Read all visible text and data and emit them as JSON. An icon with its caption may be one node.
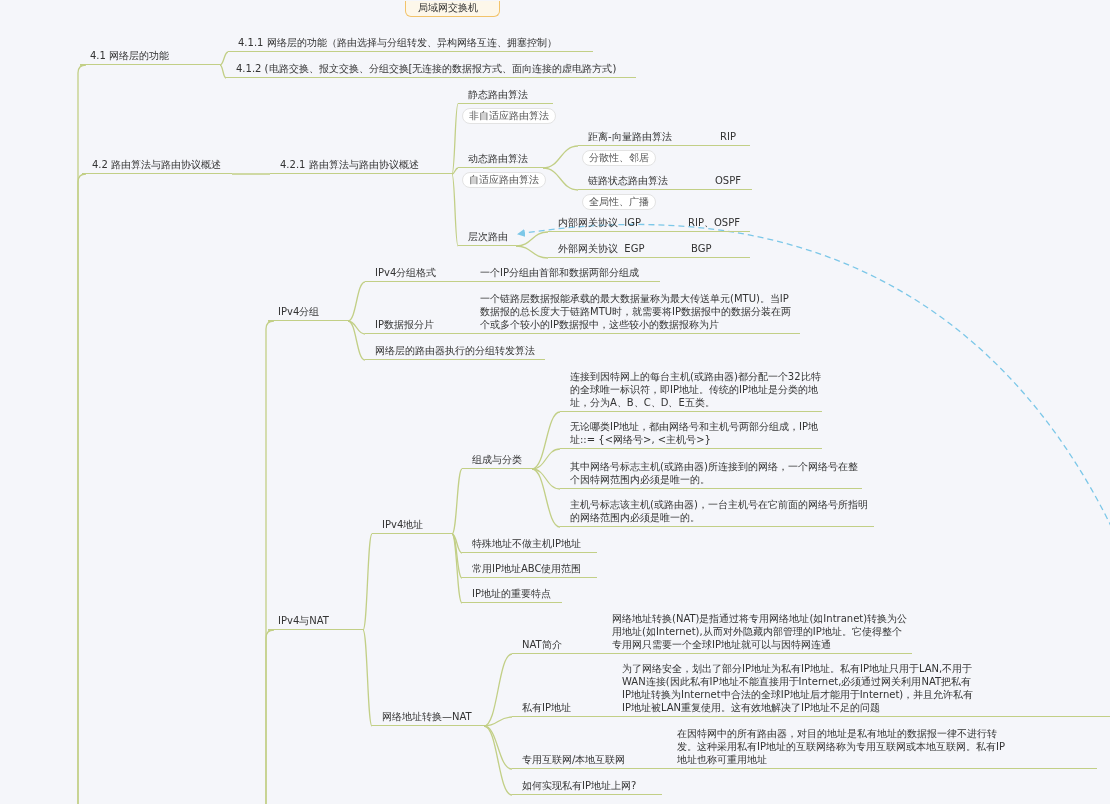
{
  "diagram": {
    "nodes": [
      {
        "text": [
          "局域网交换机"
        ]
      },
      {
        "text": [
          "4.1 网络层的功能"
        ]
      },
      {
        "text": [
          "4.1.1 网络层的功能（路由选择与分组转发、异构网络互连、拥塞控制）"
        ]
      },
      {
        "text": [
          "4.1.2 (电路交换、报文交换、分组交换[无连接的数据报方式、面向连接的虚电路方式)"
        ]
      },
      {
        "text": [
          "4.2 路由算法与路由协议概述"
        ]
      },
      {
        "text": [
          "4.2.1 路由算法与路由协议概述"
        ]
      },
      {
        "text": [
          "静态路由算法"
        ],
        "beside": [
          "非自适应路由算法"
        ]
      },
      {
        "text": [
          "动态路由算法"
        ],
        "beside": [
          "自适应路由算法"
        ]
      },
      {
        "text": [
          "距离-向量路由算法",
          "RIP"
        ],
        "beside": [
          "分散性、邻居"
        ]
      },
      {
        "text": [
          "链路状态路由算法",
          "OSPF"
        ],
        "beside": [
          "全局性、广播"
        ]
      },
      {
        "text": [
          "层次路由"
        ]
      },
      {
        "text": [
          "内部网关协议  IGP",
          "RIP、OSPF"
        ]
      },
      {
        "text": [
          "外部网关协议  EGP",
          "BGP"
        ]
      },
      {
        "text": [
          "IPv4分组"
        ]
      },
      {
        "text": [
          "IPv4分组格式",
          "一个IP分组由首部和数据两部分组成"
        ]
      },
      {
        "text": [
          "IP数据报分片",
          "一个链路层数据报能承载的最大数据量称为最大传送单元(MTU)。当IP数据报的总长度大于链路MTU时，就需要将IP数据报中的数据分装在两个或多个较小的IP数据报中，这些较小的数据报称为片"
        ]
      },
      {
        "text": [
          "网络层的路由器执行的分组转发算法"
        ]
      },
      {
        "text": [
          "IPv4与NAT"
        ]
      },
      {
        "text": [
          "IPv4地址"
        ]
      },
      {
        "text": [
          "组成与分类"
        ]
      },
      {
        "text": [
          "连接到因特网上的每台主机(或路由器)都分配一个32比特的全球唯一标识符，即IP地址。传统的IP地址是分类的地址，分为A、B、C、D、E五类。"
        ]
      },
      {
        "text": [
          "无论哪类IP地址，都由网络号和主机号两部分组成，IP地址::= {<网络号>, <主机号>}"
        ]
      },
      {
        "text": [
          "其中网络号标志主机(或路由器)所连接到的网络，一个网络号在整个因特网范围内必须是唯一的。"
        ]
      },
      {
        "text": [
          "主机号标志该主机(或路由器)，一台主机号在它前面的网络号所指明的网络范围内必须是唯一的。"
        ]
      },
      {
        "text": [
          "特殊地址不做主机IP地址"
        ]
      },
      {
        "text": [
          "常用IP地址ABC使用范围"
        ]
      },
      {
        "text": [
          "IP地址的重要特点"
        ]
      },
      {
        "text": [
          "网络地址转换—NAT"
        ]
      },
      {
        "text": [
          "NAT简介",
          "网络地址转换(NAT)是指通过将专用网络地址(如Intranet)转换为公用地址(如Internet),从而对外隐藏内部管理的IP地址。它使得整个专用网只需要一个全球IP地址就可以与因特网连通"
        ]
      },
      {
        "text": [
          "私有IP地址",
          "为了网络安全，划出了部分IP地址为私有IP地址。私有IP地址只用于LAN,不用于WAN连接(因此私有IP地址不能直接用于Internet,必须通过网关利用NAT把私有IP地址转换为Internet中合法的全球IP地址后才能用于Internet)，并且允许私有IP地址被LAN重复使用。这有效地解决了IP地址不足的问题"
        ]
      },
      {
        "text": [
          "专用互联网/本地互联网",
          "在因特网中的所有路由器，对目的地址是私有地址的数据报一律不进行转发。这种采用私有IP地址的互联网络称为专用互联网或本地互联网。私有IP地址也称可重用地址"
        ]
      },
      {
        "text": [
          "如何实现私有IP地址上网?"
        ]
      }
    ],
    "edges": [
      {
        "from": null,
        "to": 1,
        "arrow": "none"
      },
      {
        "from": null,
        "to": 4,
        "arrow": "none"
      },
      {
        "from": 1,
        "to": 2,
        "arrow": "none"
      },
      {
        "from": 1,
        "to": 3,
        "arrow": "none"
      },
      {
        "from": 4,
        "to": 5,
        "arrow": "none"
      },
      {
        "from": 5,
        "to": 6,
        "arrow": "none"
      },
      {
        "from": 5,
        "to": 7,
        "arrow": "none"
      },
      {
        "from": 5,
        "to": 10,
        "arrow": "none"
      },
      {
        "from": 7,
        "to": 8,
        "arrow": "none"
      },
      {
        "from": 7,
        "to": 9,
        "arrow": "none"
      },
      {
        "from": 10,
        "to": 11,
        "arrow": "none"
      },
      {
        "from": 10,
        "to": 12,
        "arrow": "none"
      },
      {
        "from": null,
        "to": 13,
        "arrow": "none"
      },
      {
        "from": null,
        "to": 17,
        "arrow": "none"
      },
      {
        "from": 13,
        "to": 14,
        "arrow": "none"
      },
      {
        "from": 13,
        "to": 15,
        "arrow": "none"
      },
      {
        "from": 13,
        "to": 16,
        "arrow": "none"
      },
      {
        "from": 17,
        "to": 18,
        "arrow": "none"
      },
      {
        "from": 17,
        "to": 27,
        "arrow": "none"
      },
      {
        "from": 18,
        "to": 19,
        "arrow": "none"
      },
      {
        "from": 19,
        "to": 20,
        "arrow": "none"
      },
      {
        "from": 19,
        "to": 21,
        "arrow": "none"
      },
      {
        "from": 19,
        "to": 22,
        "arrow": "none"
      },
      {
        "from": 19,
        "to": 23,
        "arrow": "none"
      },
      {
        "from": 18,
        "to": 24,
        "arrow": "none"
      },
      {
        "from": 18,
        "to": 25,
        "arrow": "none"
      },
      {
        "from": 18,
        "to": 26,
        "arrow": "none"
      },
      {
        "from": 27,
        "to": 28,
        "arrow": "none"
      },
      {
        "from": 27,
        "to": 29,
        "arrow": "none"
      },
      {
        "from": 27,
        "to": 30,
        "arrow": "none"
      },
      {
        "from": 27,
        "to": 31,
        "arrow": "none"
      },
      {
        "from": null,
        "to": 10,
        "arrow": "to",
        "style": "dashed",
        "color": "#7cc7e8"
      }
    ]
  }
}
